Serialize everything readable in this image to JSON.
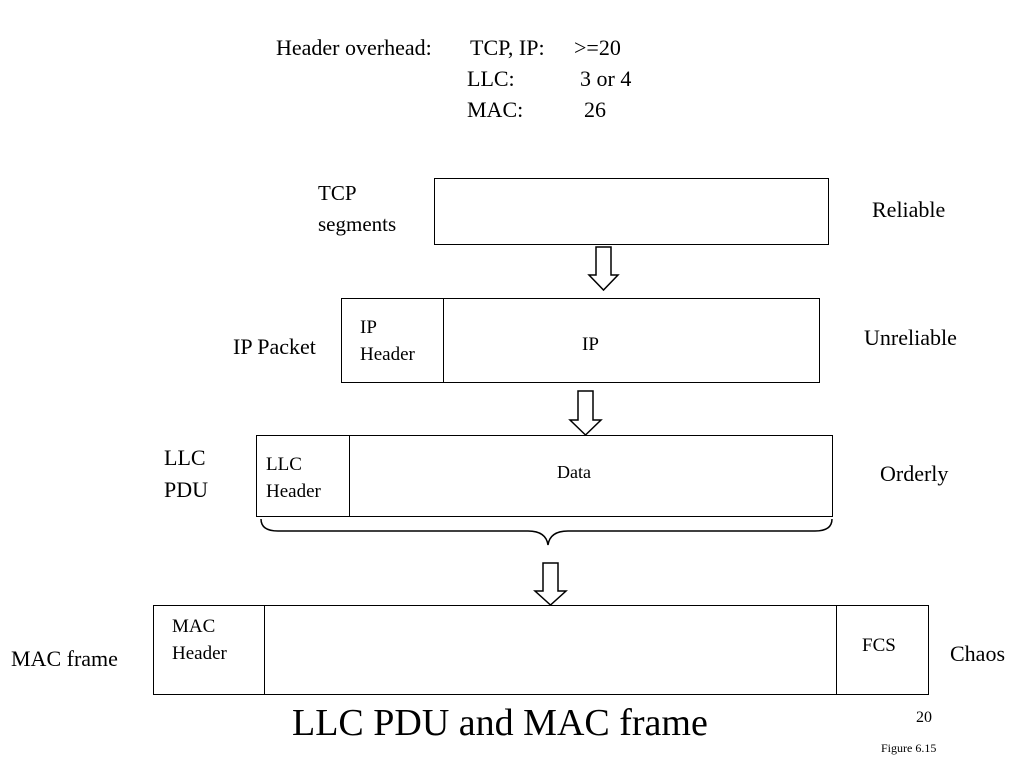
{
  "overhead": {
    "label": "Header overhead:",
    "rows": [
      {
        "name": "TCP, IP:",
        "value": ">=20"
      },
      {
        "name": "LLC:",
        "value": "3 or 4"
      },
      {
        "name": "MAC:",
        "value": "26"
      }
    ]
  },
  "layers": {
    "tcp": {
      "label_line1": "TCP",
      "label_line2": "segments",
      "status": "Reliable"
    },
    "ip": {
      "label": "IP Packet",
      "header_line1": "IP",
      "header_line2": "Header",
      "body": "IP",
      "status": "Unreliable"
    },
    "llc": {
      "label_line1": "LLC",
      "label_line2": "PDU",
      "header_line1": "LLC",
      "header_line2": "Header",
      "body": "Data",
      "status": "Orderly"
    },
    "mac": {
      "label": "MAC frame",
      "header_line1": "MAC",
      "header_line2": "Header",
      "trailer": "FCS",
      "status": "Chaos"
    }
  },
  "footer": {
    "title": "LLC PDU and MAC frame",
    "page_number": "20",
    "figure": "Figure 6.15"
  }
}
